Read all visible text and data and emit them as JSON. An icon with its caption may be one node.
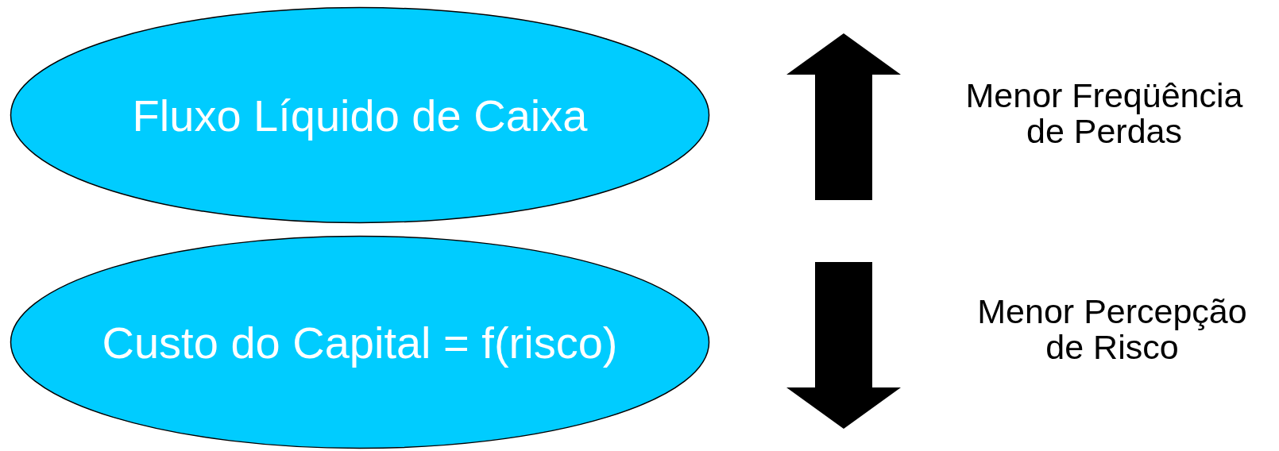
{
  "diagram": {
    "nodes": [
      {
        "text": [
          "Fluxo Líquido de Caixa"
        ]
      },
      {
        "text": [
          "Custo do Capital = f(risco)"
        ]
      }
    ],
    "labels": [
      "Menor Freqüência de Perdas",
      "Menor Percepção de Risco"
    ]
  }
}
